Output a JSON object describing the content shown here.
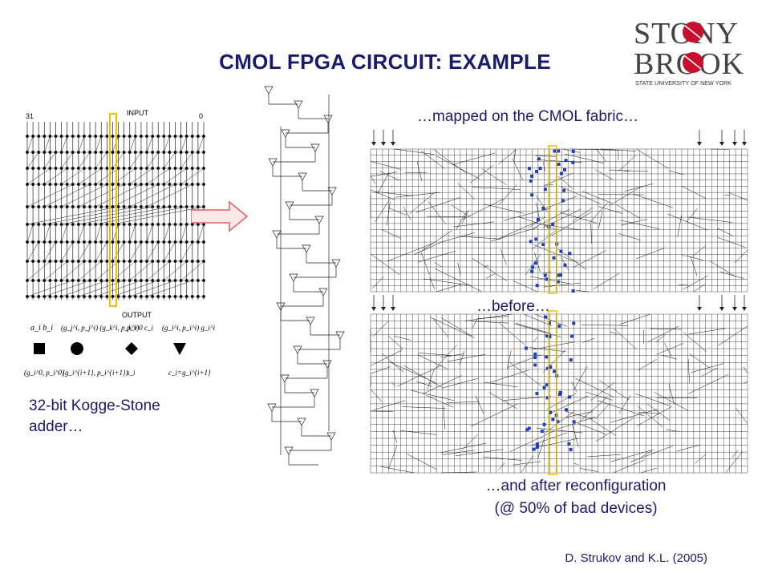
{
  "title": "CMOL FPGA CIRCUIT: EXAMPLE",
  "logo": {
    "line1": "STONY",
    "line2": "BROOK",
    "line3": "STATE UNIVERSITY OF NEW YORK"
  },
  "adder": {
    "input_label": "INPUT",
    "output_label": "OUTPUT",
    "bit_high": "31",
    "bit_low": "0",
    "caption": "32-bit Kogge-Stone adder…",
    "legend_top": [
      "a_i  b_i",
      "(g_j^i, p_j^i) (g_k^i, p_k^i)",
      "p_i^0    c_i",
      "(g_i^i, p_i^i)   g_i^i"
    ],
    "legend_bottom": [
      "(g_i^0, p_i^0)",
      "(g_i^{i+1}, p_i^{i+1})",
      "s_i",
      "c_i=g_i^{i+1}"
    ]
  },
  "mapped_label": "…mapped on the CMOL fabric…",
  "before_label": "…before…",
  "after_label": "…and after reconfiguration",
  "after_label2": "(@ 50% of bad devices)",
  "credit": "D. Strukov and K.L. (2005)",
  "colors": {
    "title": "#1a1a6e",
    "logo_red": "#c8102e",
    "highlight": "#f0c000",
    "arrow": "#e06060",
    "bad_device": "#1f3fbf"
  },
  "icons": [
    "logo-icon",
    "square-cell-icon",
    "circle-cell-icon",
    "diamond-cell-icon",
    "triangle-cell-icon",
    "arrow-right-icon"
  ]
}
